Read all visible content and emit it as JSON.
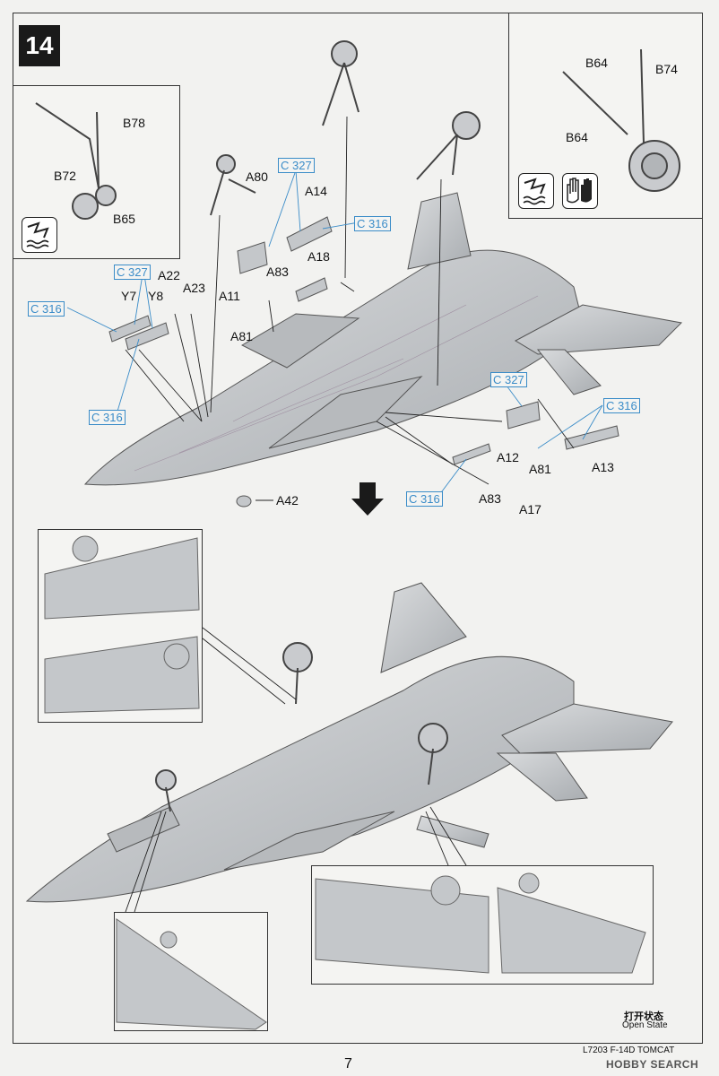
{
  "step": {
    "number": "14"
  },
  "labels": {
    "B78": "B78",
    "B72": "B72",
    "B65": "B65",
    "B64a": "B64",
    "B74": "B74",
    "B64b": "B64",
    "A80": "A80",
    "A14": "A14",
    "A18": "A18",
    "A83a": "A83",
    "A11": "A11",
    "A81a": "A81",
    "A22": "A22",
    "A23": "A23",
    "Y7": "Y7",
    "Y8": "Y8",
    "A42": "A42",
    "A12": "A12",
    "A81b": "A81",
    "A13": "A13",
    "A83b": "A83",
    "A17": "A17"
  },
  "cement_labels": {
    "c1": "C 327",
    "c2": "C 316",
    "c3": "C 327",
    "c4": "C 316",
    "c5": "C 316",
    "c6": "C 327",
    "c7": "C 316",
    "c8": "C 316"
  },
  "open_state": {
    "cn": "打开状态",
    "en": "Open State"
  },
  "footer": {
    "code": "L7203  F-14D TOMCAT",
    "page": "7",
    "brand": "HOBBY SEARCH"
  },
  "colors": {
    "aircraft": "#c7cacd",
    "aircraft_dark": "#9da1a5",
    "cement": "#3a8cc8",
    "line": "#222222"
  }
}
